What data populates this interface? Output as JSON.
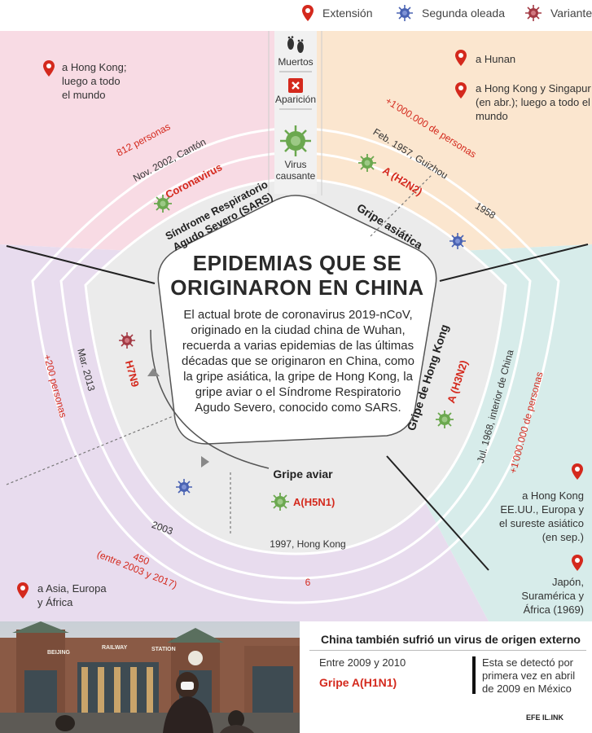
{
  "legend": {
    "extension": "Extensión",
    "second_wave": "Segunda oleada",
    "variant": "Variante"
  },
  "center_labels": {
    "deaths": "Muertos",
    "appearance": "Aparición",
    "virus_line1": "Virus",
    "virus_line2": "causante"
  },
  "title": {
    "line1": "EPIDEMIAS QUE SE",
    "line2": "ORIGINARON EN CHINA"
  },
  "intro": "El actual brote de coronavirus 2019-nCoV, originado en la ciudad china de Wuhan, recuerda a varias epidemias de las últimas décadas que se originaron en China, como la gripe asiática, la gripe de Hong Kong, la gripe aviar o el Síndrome Respiratorio Agudo Severo, conocido como SARS.",
  "sars": {
    "name_line1": "Síndrome Respiratorio",
    "name_line2": "Agudo Severo (SARS)",
    "virus": "Coronavirus",
    "appearance": "Nov. 2002, Cantón",
    "deaths": "812 personas",
    "extension_line1": "a Hong Kong;",
    "extension_line2": "luego a todo",
    "extension_line3": "el mundo"
  },
  "asian_flu": {
    "name": "Gripe asiática",
    "virus": "A (H2N2)",
    "appearance": "Feb. 1957, Guizhou",
    "deaths": "+1'000.000 de personas",
    "second_wave_year": "1958",
    "extension1": "a Hunan",
    "extension2_line1": "a Hong Kong y Singapur",
    "extension2_line2": "(en abr.); luego a todo el",
    "extension2_line3": "mundo"
  },
  "hk_flu": {
    "name": "Gripe de Hong Kong",
    "virus": "A (H3N2)",
    "appearance": "Jul. 1968, interior de China",
    "deaths": "+1'000.000 de personas",
    "extension1_line1": "a Hong Kong",
    "extension1_line2": "EE.UU., Europa y",
    "extension1_line3": "el sureste asiático",
    "extension1_line4": "(en sep.)",
    "extension2_line1": "Japón,",
    "extension2_line2": "Suramérica y",
    "extension2_line3": "África (1969)"
  },
  "avian_flu": {
    "name": "Gripe aviar",
    "virus_h5": "A(H5N1)",
    "virus_h7": "H7N9",
    "appearance_h5": "1997, Hong Kong",
    "appearance_h7": "Mar. 2013",
    "second_wave_year": "2003",
    "deaths_h5": "6",
    "deaths_h5n1_line1": "450",
    "deaths_h5n1_line2": "(entre 2003 y 2017)",
    "deaths_h7": "+200 personas",
    "extension_line1": "a Asia, Europa",
    "extension_line2": "y África"
  },
  "photo_signs": {
    "sign1": "BEIJING",
    "sign2": "RAILWAY",
    "sign3": "STATION"
  },
  "external_box": {
    "title": "China también sufrió un virus de origen externo",
    "dates": "Entre 2009 y 2010",
    "virus": "Gripe A(H1N1)",
    "note_line1": "Esta se detectó por",
    "note_line2": "primera vez en abril",
    "note_line3": "de 2009 en México"
  },
  "logo": "EFE IL.INK",
  "colors": {
    "pink": "#f8dbe4",
    "orange": "#fbe6cf",
    "teal": "#d7ecea",
    "purple": "#e8dcee",
    "grey": "#ebebeb",
    "red": "#d4291d",
    "green": "#6ba84f",
    "blue_virus": "#4a63b3"
  }
}
